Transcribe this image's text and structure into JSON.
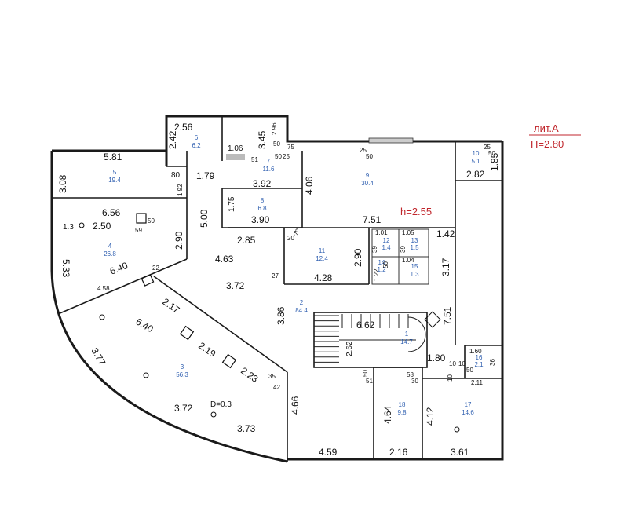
{
  "header": {
    "lit": "лит.А",
    "height": "H=2.80"
  },
  "ceiling_note": "h=2.55",
  "diameter_note": "D=0.3",
  "rooms": [
    {
      "num": "1",
      "area": "14.7"
    },
    {
      "num": "2",
      "area": "84.4"
    },
    {
      "num": "3",
      "area": "56.3"
    },
    {
      "num": "4",
      "area": "26.8"
    },
    {
      "num": "5",
      "area": "19.4"
    },
    {
      "num": "6",
      "area": "6.2"
    },
    {
      "num": "7",
      "area": "11.6"
    },
    {
      "num": "8",
      "area": "6.8"
    },
    {
      "num": "9",
      "area": "30.4"
    },
    {
      "num": "10",
      "area": "5.1"
    },
    {
      "num": "11",
      "area": "12.4"
    },
    {
      "num": "12",
      "area": "1.4"
    },
    {
      "num": "13",
      "area": "1.5"
    },
    {
      "num": "14",
      "area": "1.2"
    },
    {
      "num": "15",
      "area": "1.3"
    },
    {
      "num": "16",
      "area": "2.1"
    },
    {
      "num": "17",
      "area": "14.6"
    },
    {
      "num": "18",
      "area": "9.8"
    }
  ],
  "dims": {
    "r6_w": "2.56",
    "r6_h": "2.42",
    "r7_top": "1.06",
    "r7_h": "3.45",
    "r7_w": "3.92",
    "r7_t1": "51",
    "r7_t2": "2.96",
    "r7_t3": "50",
    "r7_t4": "75",
    "r7_t5": "25",
    "r5_w": "5.81",
    "r5_h": "3.08",
    "r5_t1": "80",
    "r5_t2": "1.79",
    "r5_t3": "1.92",
    "r8_h": "1.75",
    "r8_w": "3.90",
    "corr_h": "5.00",
    "r4_w": "6.56",
    "r4_c1": "1.3",
    "r4_c2": "2.50",
    "r4_n": "50",
    "r4_n2": "59",
    "r4_h": "2.90",
    "r4_d": "6.40",
    "r4_l": "5.33",
    "r4_b": "4.58",
    "r4_t": "22",
    "r2_a": "4.63",
    "r2_b": "3.72",
    "r2_c": "2.85",
    "r2_d": "3.86",
    "r2_e": "4.66",
    "r2_f": "4.59",
    "r2_t1": "20",
    "r2_t2": "27",
    "r2_t3": "35",
    "r2_t4": "42",
    "r9_h": "4.06",
    "r9_w": "7.51",
    "r9_t1": "25",
    "r9_t2": "50",
    "r10_w": "2.82",
    "r10_h": "1.85",
    "r10_t1": "25",
    "r10_t2": "50",
    "r11_h": "2.90",
    "r11_w": "4.28",
    "r11_t": "25",
    "r12_w": "1.01",
    "r13_w": "1.05",
    "r12_t": "39",
    "r13_t": "39",
    "r14_w": "1.22",
    "r15_w": "1.04",
    "r14_t": "50",
    "r_right1": "1.42",
    "r_right2": "3.17",
    "r_right3": "7.51",
    "r1_w": "6.62",
    "r1_h": "2.62",
    "r3_a": "6.40",
    "r3_b": "2.17",
    "r3_c": "3.77",
    "r3_d": "2.19",
    "r3_e": "2.23",
    "r3_f": "3.72",
    "r3_g": "3.73",
    "r18_h": "4.64",
    "r18_w": "2.16",
    "r18_t1": "50",
    "r18_t2": "51",
    "r18_t3": "58",
    "r18_t4": "30",
    "r17_h": "4.12",
    "r17_w": "3.61",
    "r16_w": "1.60",
    "r16_w2": "1.80",
    "r16_t1": "10",
    "r16_t2": "10",
    "r16_t3": "50",
    "r16_t4": "36",
    "r16_t5": "2.11",
    "r16_t6": "10"
  }
}
